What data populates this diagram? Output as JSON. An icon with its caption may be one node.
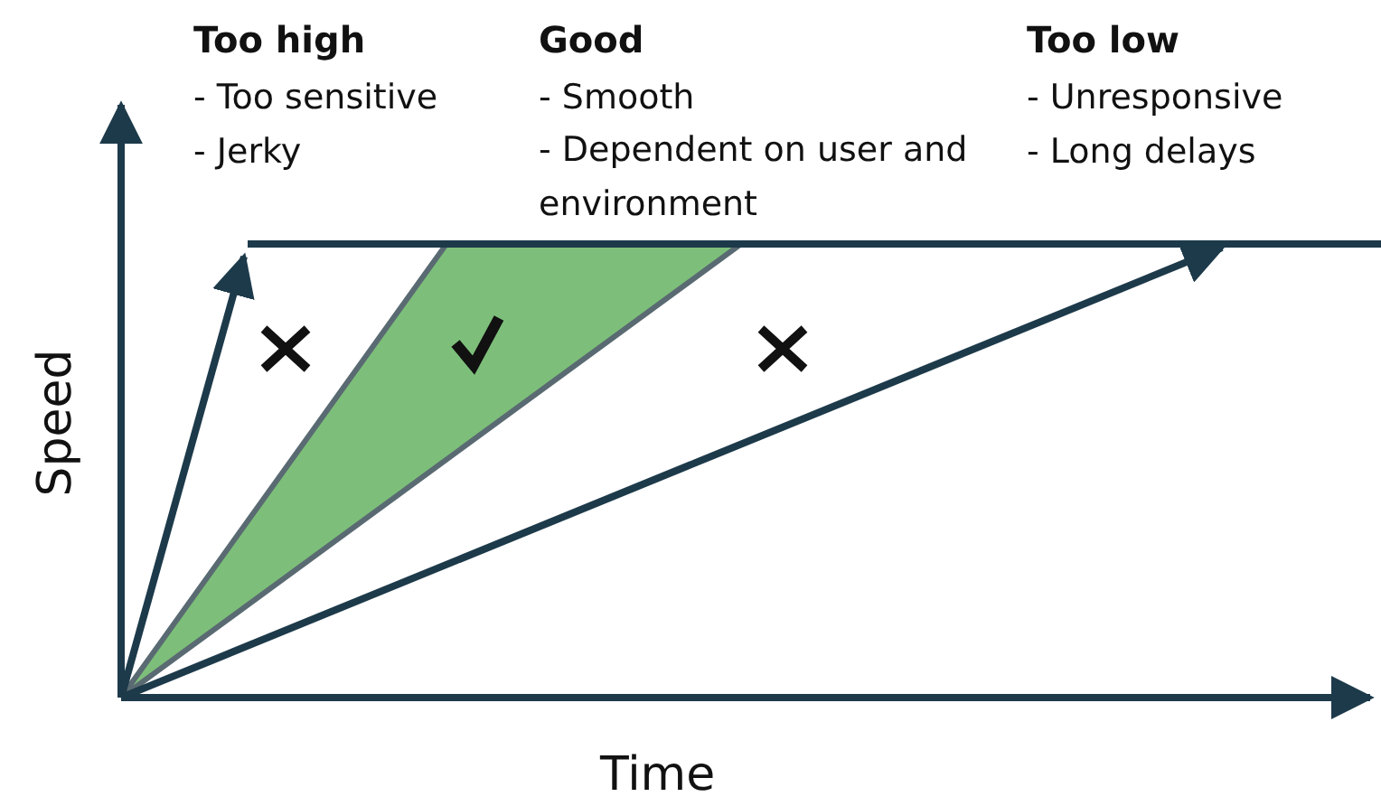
{
  "diagram": {
    "labels": [
      "Too high",
      "- Too sensitive",
      "- Jerky",
      "Good",
      "- Smooth",
      "- Dependent on user and environment",
      "Too low",
      "- Unresponsive",
      "- Long delays",
      "Speed",
      "Time"
    ]
  }
}
